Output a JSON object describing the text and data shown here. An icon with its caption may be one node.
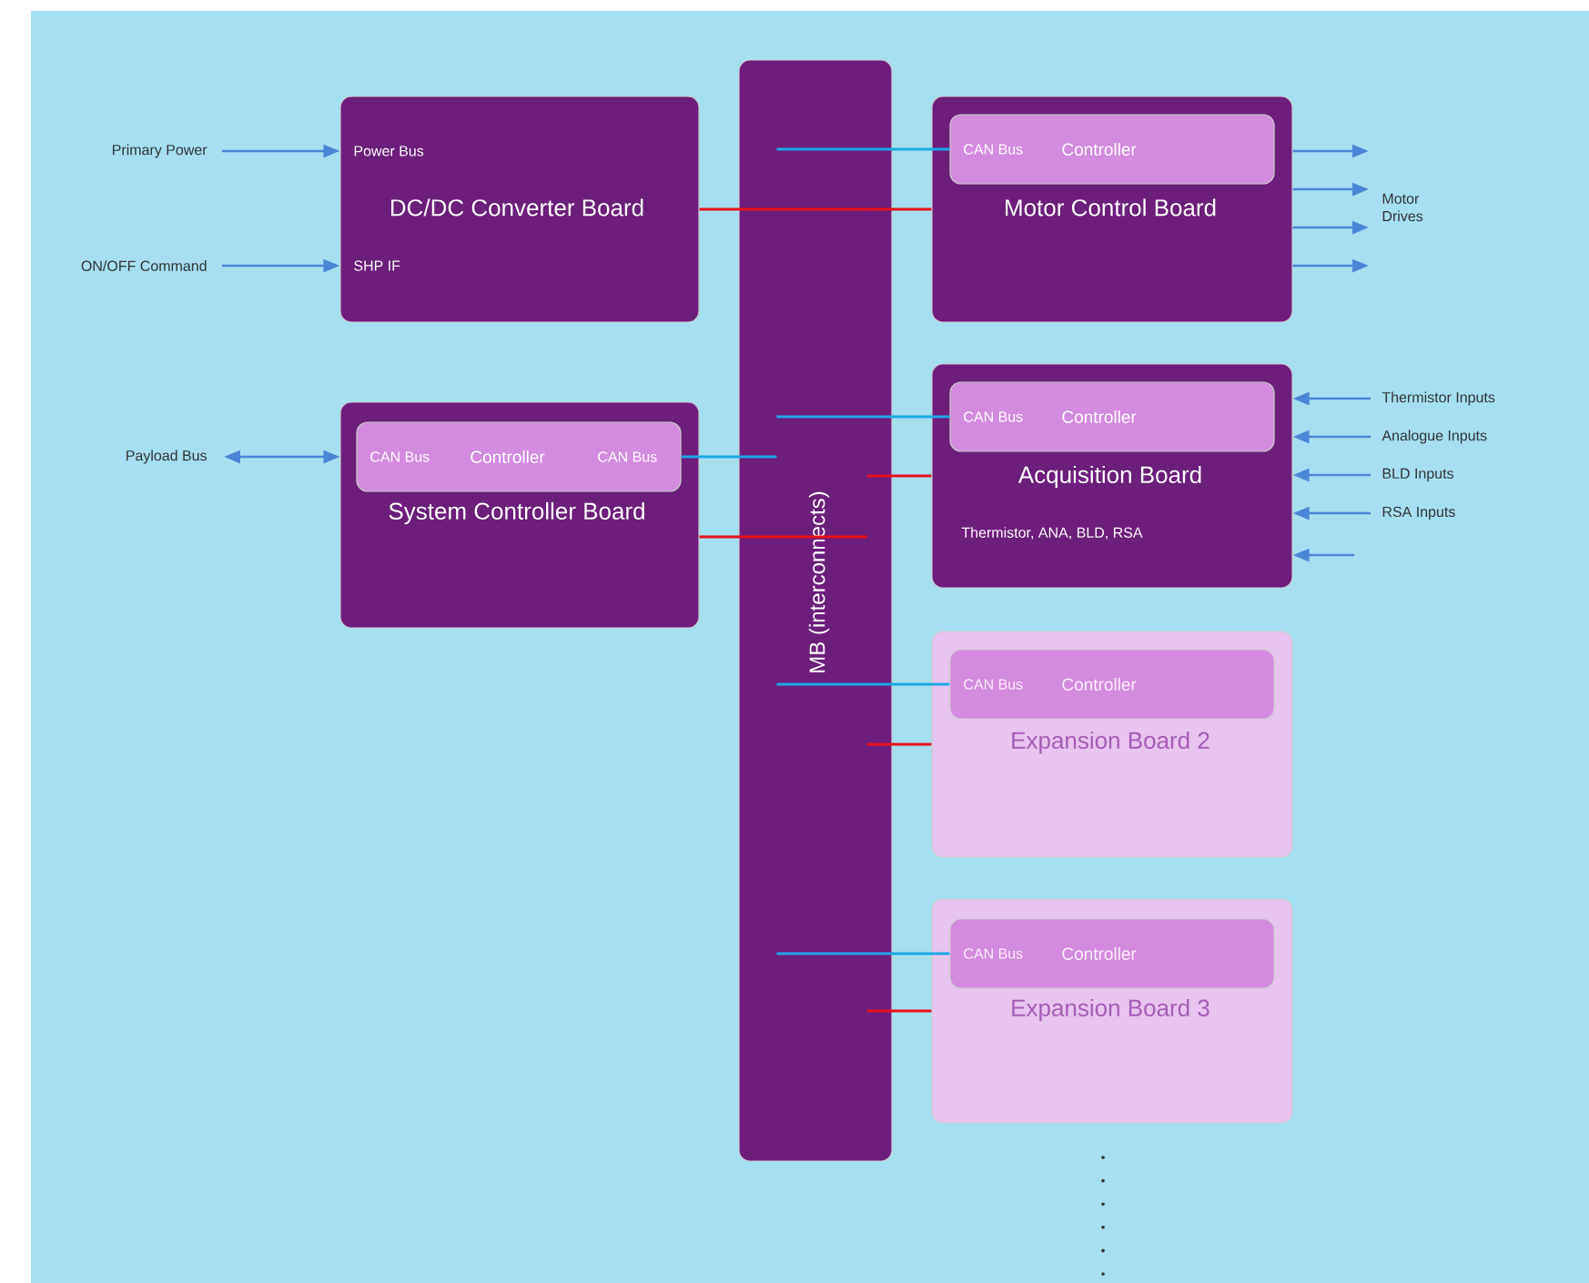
{
  "diagram": {
    "nodes": [
      {
        "text": [
          "Primary Power"
        ]
      },
      {
        "text": [
          "ON/OFF Command"
        ]
      },
      {
        "text": [
          "Payload Bus"
        ]
      },
      {
        "text": [
          "Power Bus",
          "DC/DC Converter Board",
          "SHP IF"
        ]
      },
      {
        "text": [
          "System Controller Board"
        ]
      },
      {
        "text": [
          "CAN Bus",
          "Controller",
          "CAN Bus"
        ],
        "in": 4
      },
      {
        "text": [
          "MB (interconnects)"
        ]
      },
      {
        "text": [
          "Motor Control Board"
        ]
      },
      {
        "text": [
          "CAN Bus",
          "Controller"
        ],
        "in": 7
      },
      {
        "text": [
          "Acquisition Board",
          "Thermistor, ANA, BLD, RSA"
        ]
      },
      {
        "text": [
          "CAN Bus",
          "Controller"
        ],
        "in": 9
      },
      {
        "text": [
          "Expansion Board 2"
        ]
      },
      {
        "text": [
          "CAN Bus",
          "Controller"
        ],
        "in": 11
      },
      {
        "text": [
          "Expansion Board 3"
        ]
      },
      {
        "text": [
          "CAN Bus",
          "Controller"
        ],
        "in": 13
      },
      {
        "text": [
          "Motor Drives"
        ]
      },
      {
        "text": [
          "Thermistor Inputs"
        ]
      },
      {
        "text": [
          "Analogue Inputs"
        ]
      },
      {
        "text": [
          "BLD Inputs"
        ]
      },
      {
        "text": [
          "RSA Inputs"
        ]
      }
    ],
    "edges": [
      {
        "from": 0,
        "to": 3,
        "arrow": "to"
      },
      {
        "from": 1,
        "to": 3,
        "arrow": "to"
      },
      {
        "from": 2,
        "to": 4,
        "arrow": "both"
      },
      {
        "from": 7,
        "to": null,
        "arrow": "to"
      },
      {
        "from": 7,
        "to": 15,
        "arrow": "to"
      },
      {
        "from": 7,
        "to": 15,
        "arrow": "to"
      },
      {
        "from": 7,
        "to": null,
        "arrow": "to"
      },
      {
        "from": 16,
        "to": 9,
        "arrow": "to"
      },
      {
        "from": 17,
        "to": 9,
        "arrow": "to"
      },
      {
        "from": 18,
        "to": 9,
        "arrow": "to"
      },
      {
        "from": 19,
        "to": 9,
        "arrow": "to"
      },
      {
        "from": null,
        "to": 9,
        "arrow": "to"
      },
      {
        "from": 3,
        "to": 6,
        "arrow": "none",
        "color": "#e8101a"
      },
      {
        "from": 4,
        "to": 6,
        "arrow": "none",
        "color": "#e8101a"
      },
      {
        "from": 5,
        "to": 6,
        "arrow": "none",
        "color": "#1ea7e8"
      },
      {
        "from": 8,
        "to": 6,
        "arrow": "none",
        "color": "#1ea7e8"
      },
      {
        "from": 7,
        "to": 6,
        "arrow": "none",
        "color": "#e8101a"
      },
      {
        "from": 10,
        "to": 6,
        "arrow": "none",
        "color": "#1ea7e8"
      },
      {
        "from": 9,
        "to": 6,
        "arrow": "none",
        "color": "#e8101a"
      },
      {
        "from": 12,
        "to": 6,
        "arrow": "none",
        "color": "#1ea7e8"
      },
      {
        "from": 11,
        "to": 6,
        "arrow": "none",
        "color": "#e8101a"
      },
      {
        "from": 14,
        "to": 6,
        "arrow": "none",
        "color": "#1ea7e8"
      },
      {
        "from": 13,
        "to": 6,
        "arrow": "none",
        "color": "#e8101a"
      }
    ]
  }
}
